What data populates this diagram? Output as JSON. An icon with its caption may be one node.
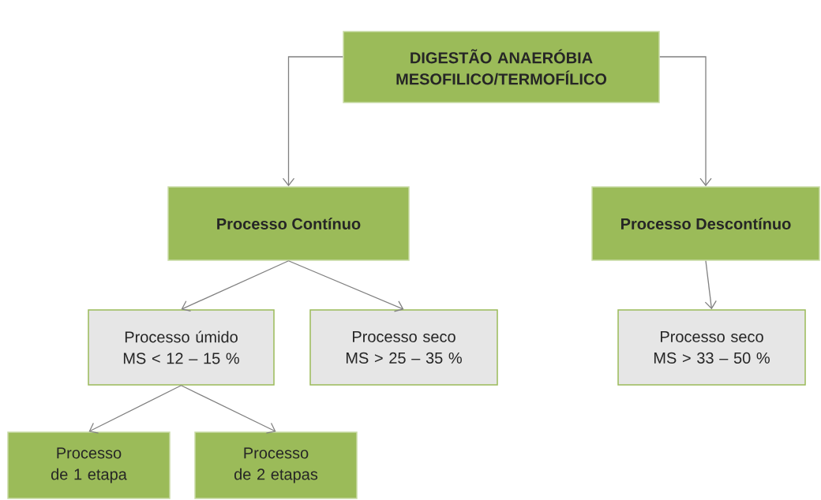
{
  "diagram": {
    "nodes": [
      {
        "text": [
          "DIGESTÃO ANAERÓBIA MESOFILICO/TERMOFÍLICO"
        ]
      },
      {
        "text": [
          "Processo Contínuo"
        ]
      },
      {
        "text": [
          "Processo Descontínuo"
        ]
      },
      {
        "text": [
          "Processo úmido MS < 12 – 15 %"
        ]
      },
      {
        "text": [
          "Processo seco MS > 25 – 35 %"
        ]
      },
      {
        "text": [
          "Processo seco MS > 33 – 50 %"
        ]
      },
      {
        "text": [
          "Processo de 1 etapa"
        ]
      },
      {
        "text": [
          "Processo de 2 etapas"
        ]
      }
    ],
    "edges": [
      {
        "from": 0,
        "to": 1,
        "arrow": "to"
      },
      {
        "from": 0,
        "to": 2,
        "arrow": "to"
      },
      {
        "from": 1,
        "to": 3,
        "arrow": "to"
      },
      {
        "from": 1,
        "to": 4,
        "arrow": "to"
      },
      {
        "from": 2,
        "to": 5,
        "arrow": "to"
      },
      {
        "from": 3,
        "to": 6,
        "arrow": "to"
      },
      {
        "from": 3,
        "to": 7,
        "arrow": "to"
      }
    ]
  }
}
